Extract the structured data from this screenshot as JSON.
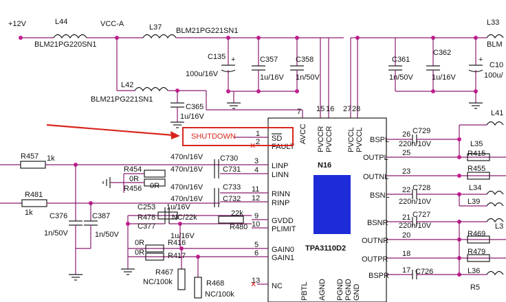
{
  "rails": {
    "p12v": "+12V",
    "vcca": "VCC-A"
  },
  "inductors": {
    "l44": "L44",
    "l44_part": "BLM21PG220SN1",
    "l37": "L37",
    "l37_part": "BLM21PG221SN1",
    "l42": "L42",
    "l42_part": "BLM21PG221SN1",
    "l33": "L33",
    "l33_part": "BLM",
    "l41": "L41",
    "l35": "L35",
    "l34": "L34",
    "l39": "L39",
    "l3x": "L3",
    "l36": "L36"
  },
  "capacitors": {
    "c135": "C135",
    "c135_val": "100u/16V",
    "c357": "C357",
    "c357_val": "1u/16V",
    "c358": "C358",
    "c358_val": "1n/50V",
    "c365": "C365",
    "c365_val": "1u/16V",
    "c361": "C361",
    "c361_val": "1n/50V",
    "c362": "C362",
    "c362_val": "1u/16V",
    "c10x": "C10",
    "c10x_val": "100u/",
    "c730": "C730",
    "c730_val": "470n/16V",
    "c731": "C731",
    "c731_val": "470n/16V",
    "c733": "C733",
    "c733_val": "470n/16V",
    "c732": "C732",
    "c732_val": "470n/16V",
    "c376": "C376",
    "c376_val": "1n/50V",
    "c387": "C387",
    "c387_val": "1n/50V",
    "c253": "C253",
    "c253_val": "1u/16V",
    "c377": "C377",
    "c377_val": "1u/16V",
    "c729": "C729",
    "c729_val": "220n/10V",
    "c728": "C728",
    "c728_val": "220n/10V",
    "c727": "C727",
    "c727_val": "220n/10V",
    "c726": "C726"
  },
  "resistors": {
    "r457": "R457",
    "r457_val": "1k",
    "r481": "R481",
    "r481_val": "1k",
    "r454": "R454",
    "r454_val": "0R",
    "r456": "R456",
    "r456_val": "0R",
    "r478": "R478",
    "r478_val": "NC/22k",
    "r480": "R480",
    "r480_val": "22k",
    "r416": "R416",
    "r416_val": "0R",
    "r417": "R417",
    "r417_val": "0R",
    "r467": "R467",
    "r467_val": "NC/100k",
    "r468": "R468",
    "r468_val": "NC/100k",
    "r415": "R415",
    "r455": "R455",
    "r469": "R469",
    "r479": "R479",
    "r5x": "R5"
  },
  "shutdown_label": "SHUTDOWN",
  "ic": {
    "ref": "N16",
    "part": "TPA3110D2",
    "left_pins": [
      {
        "num": "1",
        "name": "SD"
      },
      {
        "num": "2",
        "name": "FAULT"
      },
      {
        "num": "3",
        "name": "LINP"
      },
      {
        "num": "4",
        "name": "LINN"
      },
      {
        "num": "11",
        "name": "RINN"
      },
      {
        "num": "12",
        "name": "RINP"
      },
      {
        "num": "9",
        "name": "GVDD"
      },
      {
        "num": "10",
        "name": "PLIMIT"
      },
      {
        "num": "5",
        "name": "GAIN0"
      },
      {
        "num": "6",
        "name": "GAIN1"
      },
      {
        "num": "13",
        "name": "NC"
      }
    ],
    "top_pins": [
      {
        "num": "7",
        "name": "AVCC"
      },
      {
        "num": "15",
        "name": "PVCCR"
      },
      {
        "num": "16",
        "name": "PVCCR"
      },
      {
        "num": "27",
        "name": "PVCCL"
      },
      {
        "num": "28",
        "name": "PVCCL"
      }
    ],
    "right_pins": [
      {
        "num": "26",
        "name": "BSPL"
      },
      {
        "num": "25",
        "name": "OUTPL"
      },
      {
        "num": "23",
        "name": "OUTNL"
      },
      {
        "num": "22",
        "name": "BSNL"
      },
      {
        "num": "21",
        "name": "BSNR"
      },
      {
        "num": "20",
        "name": "OUTNR"
      },
      {
        "num": "18",
        "name": "OUTPR"
      },
      {
        "num": "17",
        "name": "BSPR"
      }
    ],
    "bottom_pins": [
      "PBTL",
      "AGND",
      "PGND",
      "PGND",
      "GND"
    ]
  },
  "colors": {
    "wire": "#8a1a6e",
    "dot": "#c21f8f",
    "chip": "#1e2bd8",
    "highlight": "#d8261d"
  }
}
